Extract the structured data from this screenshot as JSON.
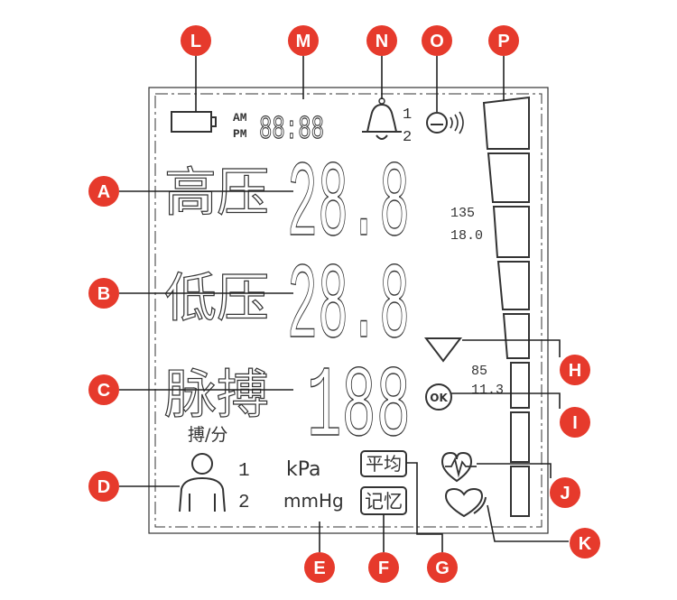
{
  "markers": [
    {
      "letter": "A",
      "description": ""
    },
    {
      "letter": "B",
      "description": ""
    },
    {
      "letter": "C",
      "description": ""
    },
    {
      "letter": "D",
      "description": ""
    },
    {
      "letter": "E",
      "description": ""
    },
    {
      "letter": "F",
      "description": ""
    },
    {
      "letter": "G",
      "description": ""
    },
    {
      "letter": "H",
      "description": ""
    },
    {
      "letter": "I",
      "description": ""
    },
    {
      "letter": "J",
      "description": ""
    },
    {
      "letter": "K",
      "description": ""
    },
    {
      "letter": "L",
      "description": ""
    },
    {
      "letter": "M",
      "description": ""
    },
    {
      "letter": "N",
      "description": ""
    },
    {
      "letter": "O",
      "description": ""
    },
    {
      "letter": "P",
      "description": ""
    }
  ],
  "lcd": {
    "time": {
      "am": "AM",
      "pm": "PM",
      "digits": "88:88"
    },
    "alarm": {
      "one": "1",
      "two": "2"
    },
    "rows": {
      "systolic_label": "高压",
      "diastolic_label": "低压",
      "pulse_label": "脉搏",
      "pulse_unit": "搏/分",
      "systolic_digits": "28.8",
      "diastolic_digits": "28.8",
      "pulse_digits": "188"
    },
    "scale": {
      "high_a": "135",
      "high_b": "18.0",
      "low_a": "85",
      "low_b": "11.3"
    },
    "user": {
      "one": "1",
      "two": "2"
    },
    "units": {
      "kpa": "kPa",
      "mmhg": "mmHg"
    },
    "badges": {
      "average": "平均",
      "memory": "记忆"
    },
    "ok_text": "OK"
  },
  "colors": {
    "marker": "#e63a2c",
    "lcd_stroke": "#333333",
    "callout": "#222222"
  }
}
